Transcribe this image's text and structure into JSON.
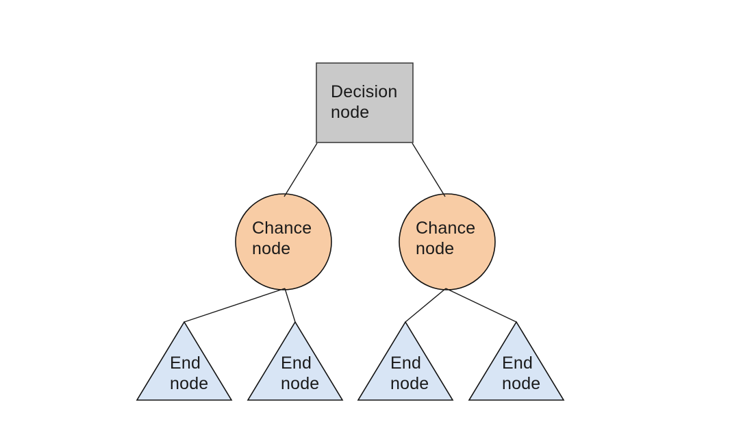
{
  "diagram": {
    "type": "decision-tree",
    "colors": {
      "background": "#ffffff",
      "decision_fill": "#c9c9c9",
      "decision_stroke": "#3f3f3f",
      "chance_fill": "#f8cca5",
      "end_fill": "#d8e5f5",
      "shape_stroke": "#121212",
      "edge_color": "#1a1a1a",
      "text_color": "#1a1a1a"
    },
    "nodes": {
      "decision": {
        "shape": "square",
        "label": "Decision\nnode"
      },
      "chance_left": {
        "shape": "circle",
        "label": "Chance\nnode"
      },
      "chance_right": {
        "shape": "circle",
        "label": "Chance\nnode"
      },
      "end_1": {
        "shape": "triangle",
        "label": "End\nnode"
      },
      "end_2": {
        "shape": "triangle",
        "label": "End\nnode"
      },
      "end_3": {
        "shape": "triangle",
        "label": "End\nnode"
      },
      "end_4": {
        "shape": "triangle",
        "label": "End\nnode"
      }
    },
    "edges": [
      {
        "from": "decision",
        "to": "chance_left"
      },
      {
        "from": "decision",
        "to": "chance_right"
      },
      {
        "from": "chance_left",
        "to": "end_1"
      },
      {
        "from": "chance_left",
        "to": "end_2"
      },
      {
        "from": "chance_right",
        "to": "end_3"
      },
      {
        "from": "chance_right",
        "to": "end_4"
      }
    ]
  }
}
